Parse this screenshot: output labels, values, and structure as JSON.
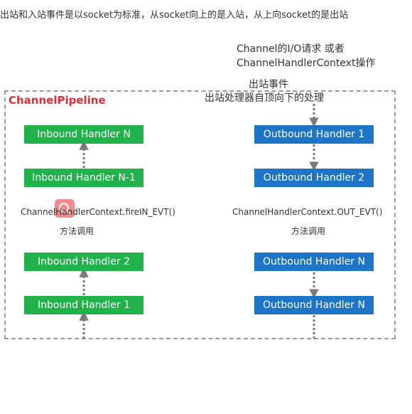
{
  "caption": "出站和入站事件是以socket为标准，从socket向上的是入站，从上向socket的是出站",
  "top_request": {
    "line1": "Channel的I/O请求 或者",
    "line2": "ChannelHandlerContext操作"
  },
  "outbound_event": {
    "line1": "出站事件",
    "line2": "出站处理器自顶向下的处理"
  },
  "pipeline": {
    "title": "ChannelPipeline"
  },
  "inbound": {
    "handlers": [
      "Inbound Handler N",
      "Inbound Handler N-1",
      "Inbound Handler 2",
      "Inbound Handler 1"
    ],
    "method": "ChannelHandlerContext.fireIN_EVT()",
    "call_label": "方法调用"
  },
  "outbound": {
    "handlers": [
      "Outbound Handler 1",
      "Outbound Handler 2",
      "Outbound Handler N",
      "Outbound Handler N"
    ],
    "method": "ChannelHandlerContext.OUT_EVT()",
    "call_label": "方法调用"
  },
  "colors": {
    "inbound": "#22b24c",
    "outbound": "#1e74c6",
    "pipeline_title": "#d9303a",
    "arrow": "#7a7a7a"
  }
}
